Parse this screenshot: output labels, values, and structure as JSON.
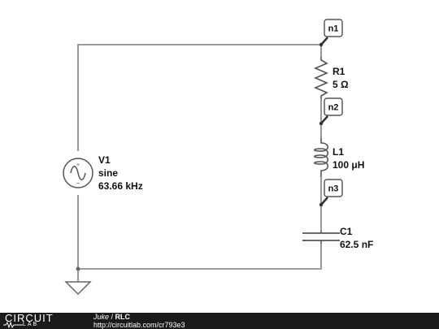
{
  "colors": {
    "wire": "#7f7f7f",
    "component": "#555555",
    "label": "#111111",
    "node_tag_border": "#333333",
    "footer_bg": "#1a1a1a",
    "footer_text": "#ffffff"
  },
  "components": {
    "v1": {
      "name": "V1",
      "type": "sine",
      "value": "63.66 kHz"
    },
    "r1": {
      "name": "R1",
      "value": "5 Ω"
    },
    "l1": {
      "name": "L1",
      "value": "100 μH"
    },
    "c1": {
      "name": "C1",
      "value": "62.5 nF"
    }
  },
  "nodes": [
    "n1",
    "n2",
    "n3"
  ],
  "footer": {
    "logo_top": "CIRCUIT",
    "logo_bottom": "LAB",
    "author": "Juke",
    "separator": " / ",
    "title": "RLC",
    "url": "http://circuitlab.com/cr793e3"
  }
}
